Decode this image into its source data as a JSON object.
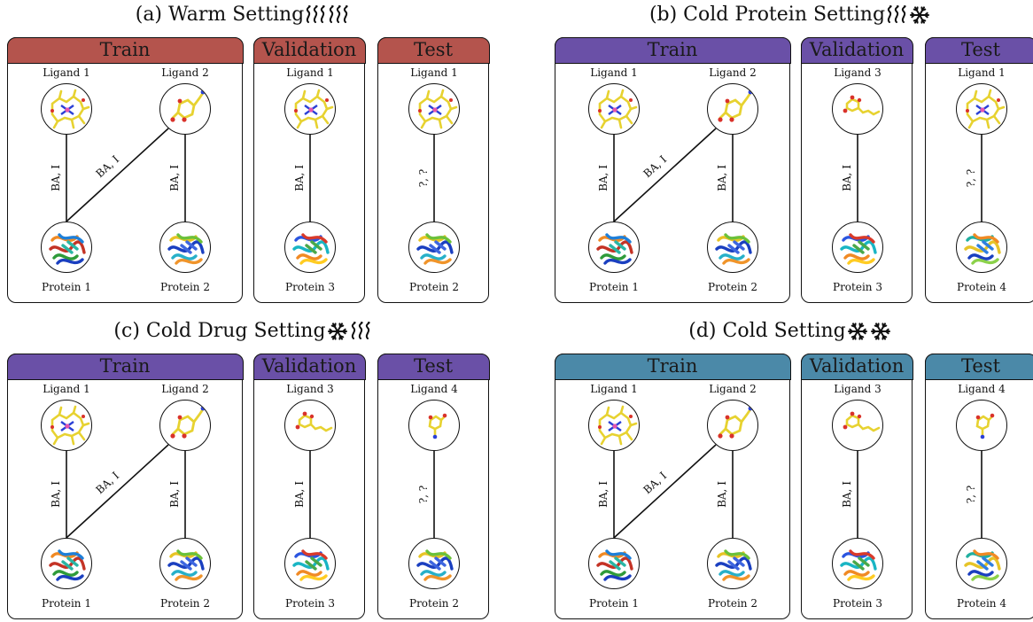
{
  "quadrants": [
    {
      "title": "(a) Warm Setting",
      "title_icons": [
        "wave-icon",
        "wave-icon"
      ],
      "theme": "warm",
      "train": {
        "header": "Train",
        "ligands": [
          "Ligand 1",
          "Ligand 2"
        ],
        "ligand_icons": [
          "ligand-1-molecule-icon",
          "ligand-2-molecule-icon"
        ],
        "proteins": [
          "Protein 1",
          "Protein 2"
        ],
        "protein_icons": [
          "protein-1-structure-icon",
          "protein-2-structure-icon"
        ],
        "edge_labels": [
          "BA, I",
          "BA, I",
          "BA, I"
        ]
      },
      "validation": {
        "header": "Validation",
        "ligand": "Ligand 1",
        "ligand_icon": "ligand-1-molecule-icon",
        "protein": "Protein 3",
        "protein_icon": "protein-3-structure-icon",
        "edge_label": "BA, I"
      },
      "test": {
        "header": "Test",
        "ligand": "Ligand 1",
        "ligand_icon": "ligand-1-molecule-icon",
        "protein": "Protein 2",
        "protein_icon": "protein-2-structure-icon",
        "edge_label": "?, ?"
      }
    },
    {
      "title": "(b) Cold Protein Setting",
      "title_icons": [
        "wave-icon",
        "snowflake-icon"
      ],
      "theme": "purple",
      "train": {
        "header": "Train",
        "ligands": [
          "Ligand 1",
          "Ligand 2"
        ],
        "ligand_icons": [
          "ligand-1-molecule-icon",
          "ligand-2-molecule-icon"
        ],
        "proteins": [
          "Protein 1",
          "Protein 2"
        ],
        "protein_icons": [
          "protein-1-structure-icon",
          "protein-2-structure-icon"
        ],
        "edge_labels": [
          "BA, I",
          "BA, I",
          "BA, I"
        ]
      },
      "validation": {
        "header": "Validation",
        "ligand": "Ligand 3",
        "ligand_icon": "ligand-3-molecule-icon",
        "protein": "Protein 3",
        "protein_icon": "protein-3-structure-icon",
        "edge_label": "BA, I"
      },
      "test": {
        "header": "Test",
        "ligand": "Ligand 1",
        "ligand_icon": "ligand-1-molecule-icon",
        "protein": "Protein 4",
        "protein_icon": "protein-4-structure-icon",
        "edge_label": "?, ?"
      }
    },
    {
      "title": "(c) Cold Drug Setting",
      "title_icons": [
        "snowflake-icon",
        "wave-icon"
      ],
      "theme": "purple",
      "train": {
        "header": "Train",
        "ligands": [
          "Ligand 1",
          "Ligand 2"
        ],
        "ligand_icons": [
          "ligand-1-molecule-icon",
          "ligand-2-molecule-icon"
        ],
        "proteins": [
          "Protein 1",
          "Protein 2"
        ],
        "protein_icons": [
          "protein-1-structure-icon",
          "protein-2-structure-icon"
        ],
        "edge_labels": [
          "BA, I",
          "BA, I",
          "BA, I"
        ]
      },
      "validation": {
        "header": "Validation",
        "ligand": "Ligand 3",
        "ligand_icon": "ligand-3-molecule-icon",
        "protein": "Protein 3",
        "protein_icon": "protein-3-structure-icon",
        "edge_label": "BA, I"
      },
      "test": {
        "header": "Test",
        "ligand": "Ligand 4",
        "ligand_icon": "ligand-4-molecule-icon",
        "protein": "Protein 2",
        "protein_icon": "protein-2-structure-icon",
        "edge_label": "?, ?"
      }
    },
    {
      "title": "(d) Cold Setting",
      "title_icons": [
        "snowflake-icon",
        "snowflake-icon"
      ],
      "theme": "blue",
      "train": {
        "header": "Train",
        "ligands": [
          "Ligand 1",
          "Ligand 2"
        ],
        "ligand_icons": [
          "ligand-1-molecule-icon",
          "ligand-2-molecule-icon"
        ],
        "proteins": [
          "Protein 1",
          "Protein 2"
        ],
        "protein_icons": [
          "protein-1-structure-icon",
          "protein-2-structure-icon"
        ],
        "edge_labels": [
          "BA, I",
          "BA, I",
          "BA, I"
        ]
      },
      "validation": {
        "header": "Validation",
        "ligand": "Ligand 3",
        "ligand_icon": "ligand-3-molecule-icon",
        "protein": "Protein 3",
        "protein_icon": "protein-3-structure-icon",
        "edge_label": "BA, I"
      },
      "test": {
        "header": "Test",
        "ligand": "Ligand 4",
        "ligand_icon": "ligand-4-molecule-icon",
        "protein": "Protein 4",
        "protein_icon": "protein-4-structure-icon",
        "edge_label": "?, ?"
      }
    }
  ],
  "colors": {
    "warm": "#b4544d",
    "purple": "#6a50a7",
    "blue": "#4b89a8"
  }
}
